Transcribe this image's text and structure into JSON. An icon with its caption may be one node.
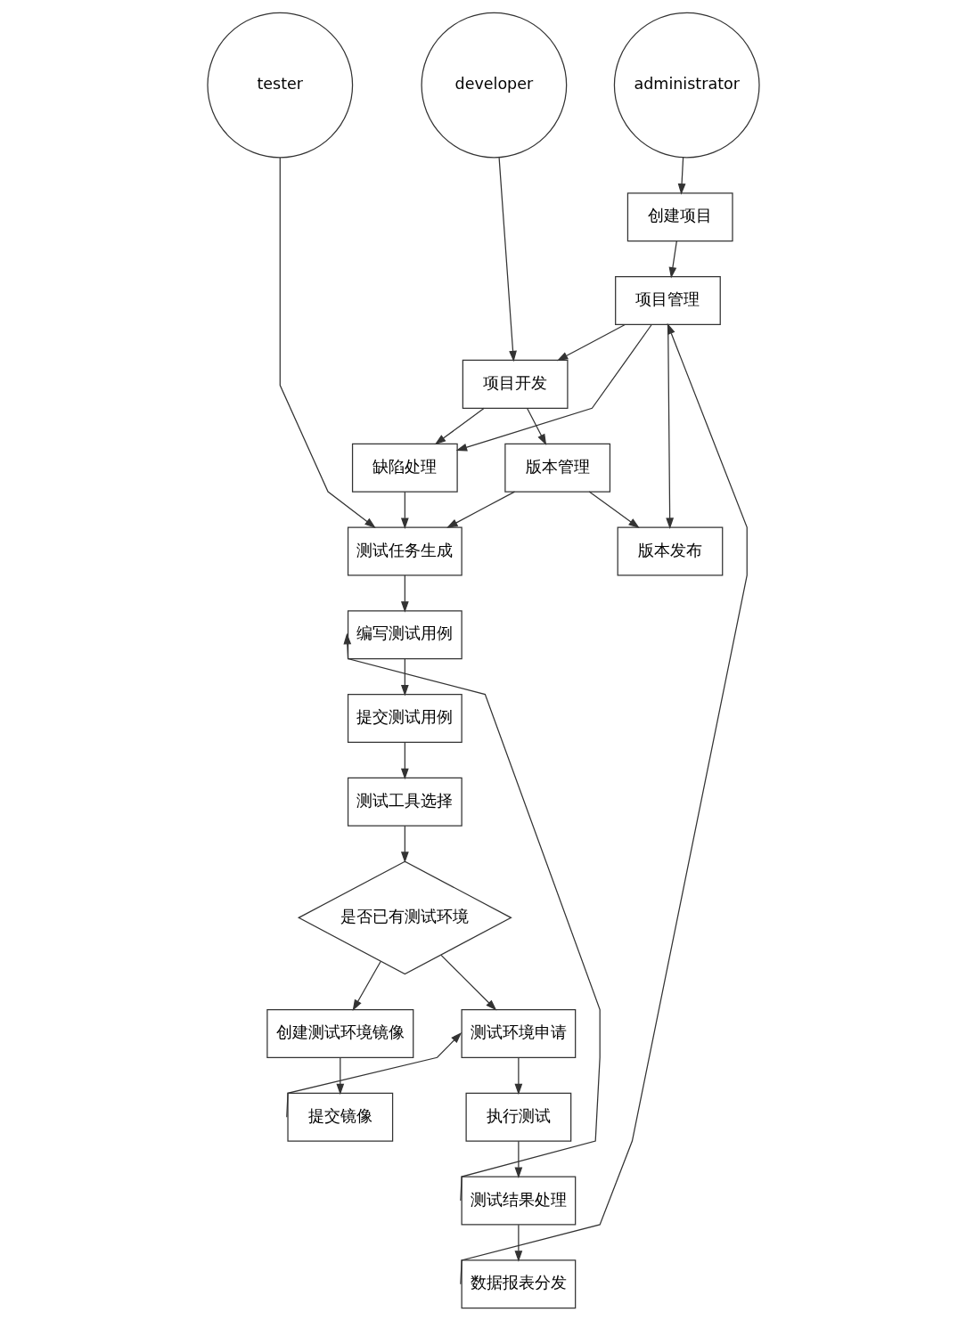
{
  "diagram": {
    "nodes": [
      {
        "text": [
          "administrator"
        ]
      },
      {
        "text": [
          "developer"
        ]
      },
      {
        "text": [
          "tester"
        ]
      },
      {
        "text": [
          "创建项目"
        ]
      },
      {
        "text": [
          "项目管理"
        ]
      },
      {
        "text": [
          "项目开发"
        ]
      },
      {
        "text": [
          "缺陷处理"
        ]
      },
      {
        "text": [
          "版本管理"
        ]
      },
      {
        "text": [
          "版本发布"
        ]
      },
      {
        "text": [
          "测试任务生成"
        ]
      },
      {
        "text": [
          "编写测试用例"
        ]
      },
      {
        "text": [
          "提交测试用例"
        ]
      },
      {
        "text": [
          "测试工具选择"
        ]
      },
      {
        "text": [
          "是否已有测试环境"
        ]
      },
      {
        "text": [
          "创建测试环境镜像"
        ]
      },
      {
        "text": [
          "测试环境申请"
        ]
      },
      {
        "text": [
          "提交镜像"
        ]
      },
      {
        "text": [
          "执行测试"
        ]
      },
      {
        "text": [
          "测试结果处理"
        ]
      },
      {
        "text": [
          "数据报表分发"
        ]
      }
    ],
    "edges": [
      {
        "from": 0,
        "to": 3,
        "arrow": "to"
      },
      {
        "from": 3,
        "to": 4,
        "arrow": "to"
      },
      {
        "from": 4,
        "to": 5,
        "arrow": "to"
      },
      {
        "from": 4,
        "to": 6,
        "arrow": "to"
      },
      {
        "from": 4,
        "to": 8,
        "arrow": "to"
      },
      {
        "from": 1,
        "to": 5,
        "arrow": "to"
      },
      {
        "from": 5,
        "to": 6,
        "arrow": "to"
      },
      {
        "from": 5,
        "to": 7,
        "arrow": "to"
      },
      {
        "from": 6,
        "to": 9,
        "arrow": "to"
      },
      {
        "from": 7,
        "to": 9,
        "arrow": "to"
      },
      {
        "from": 7,
        "to": 8,
        "arrow": "to"
      },
      {
        "from": 2,
        "to": 9,
        "arrow": "to"
      },
      {
        "from": 9,
        "to": 10,
        "arrow": "to"
      },
      {
        "from": 10,
        "to": 11,
        "arrow": "to"
      },
      {
        "from": 11,
        "to": 12,
        "arrow": "to"
      },
      {
        "from": 12,
        "to": 13,
        "arrow": "to"
      },
      {
        "from": 13,
        "to": 14,
        "arrow": "to"
      },
      {
        "from": 13,
        "to": 15,
        "arrow": "to"
      },
      {
        "from": 14,
        "to": 16,
        "arrow": "to"
      },
      {
        "from": 16,
        "to": 15,
        "arrow": "to"
      },
      {
        "from": 15,
        "to": 17,
        "arrow": "to"
      },
      {
        "from": 17,
        "to": 18,
        "arrow": "to"
      },
      {
        "from": 18,
        "to": 10,
        "arrow": "to"
      },
      {
        "from": 18,
        "to": 19,
        "arrow": "to"
      },
      {
        "from": 19,
        "to": 4,
        "arrow": "to"
      }
    ]
  }
}
